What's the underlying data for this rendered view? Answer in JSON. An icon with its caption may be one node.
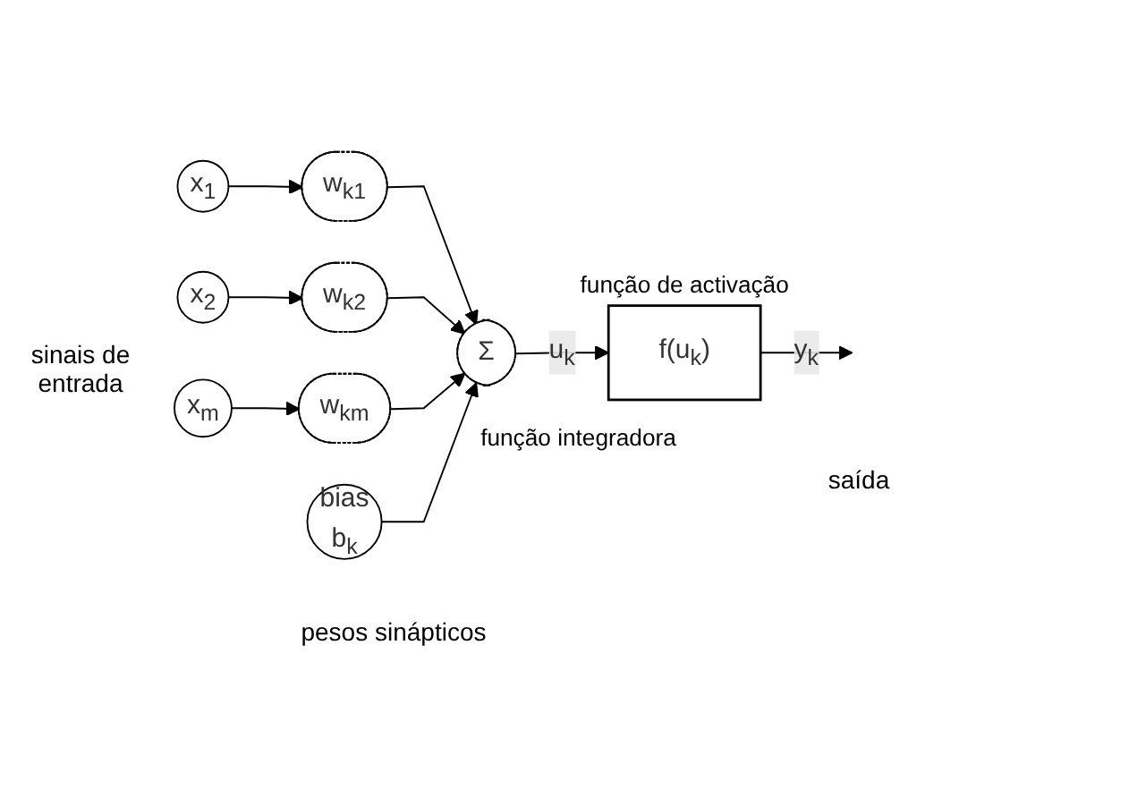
{
  "diagram": {
    "nodes": [
      {
        "text": [
          "x$_{1}$"
        ]
      },
      {
        "text": [
          "w$_{k1}$"
        ]
      },
      {
        "text": [
          "x$_{2}$"
        ]
      },
      {
        "text": [
          "w$_{k2}$"
        ]
      },
      {
        "text": [
          "x$_{m}$"
        ]
      },
      {
        "text": [
          "w$_{km}$"
        ]
      },
      {
        "text": [
          "bias",
          "b$_{k}$"
        ]
      },
      {
        "text": [
          "Σ"
        ],
        "beside": [
          "função integradora"
        ]
      },
      {
        "text": [
          "f(u$_{k}$)"
        ],
        "beside": [
          "função de activação"
        ]
      }
    ],
    "edges": [
      {
        "from": 0,
        "to": 1,
        "arrow": "to"
      },
      {
        "from": 2,
        "to": 3,
        "arrow": "to"
      },
      {
        "from": 4,
        "to": 5,
        "arrow": "to"
      },
      {
        "from": 1,
        "to": 7,
        "arrow": "to"
      },
      {
        "from": 3,
        "to": 7,
        "arrow": "to"
      },
      {
        "from": 5,
        "to": 7,
        "arrow": "to"
      },
      {
        "from": 6,
        "to": 7,
        "arrow": "to"
      },
      {
        "from": 7,
        "to": 8,
        "arrow": "to",
        "label": "u$_{k}$"
      },
      {
        "from": 8,
        "to": null,
        "arrow": "to",
        "label": "y$_{k}$"
      }
    ],
    "labels": [
      "sinais de entrada",
      "pesos sinápticos",
      "saída"
    ]
  }
}
